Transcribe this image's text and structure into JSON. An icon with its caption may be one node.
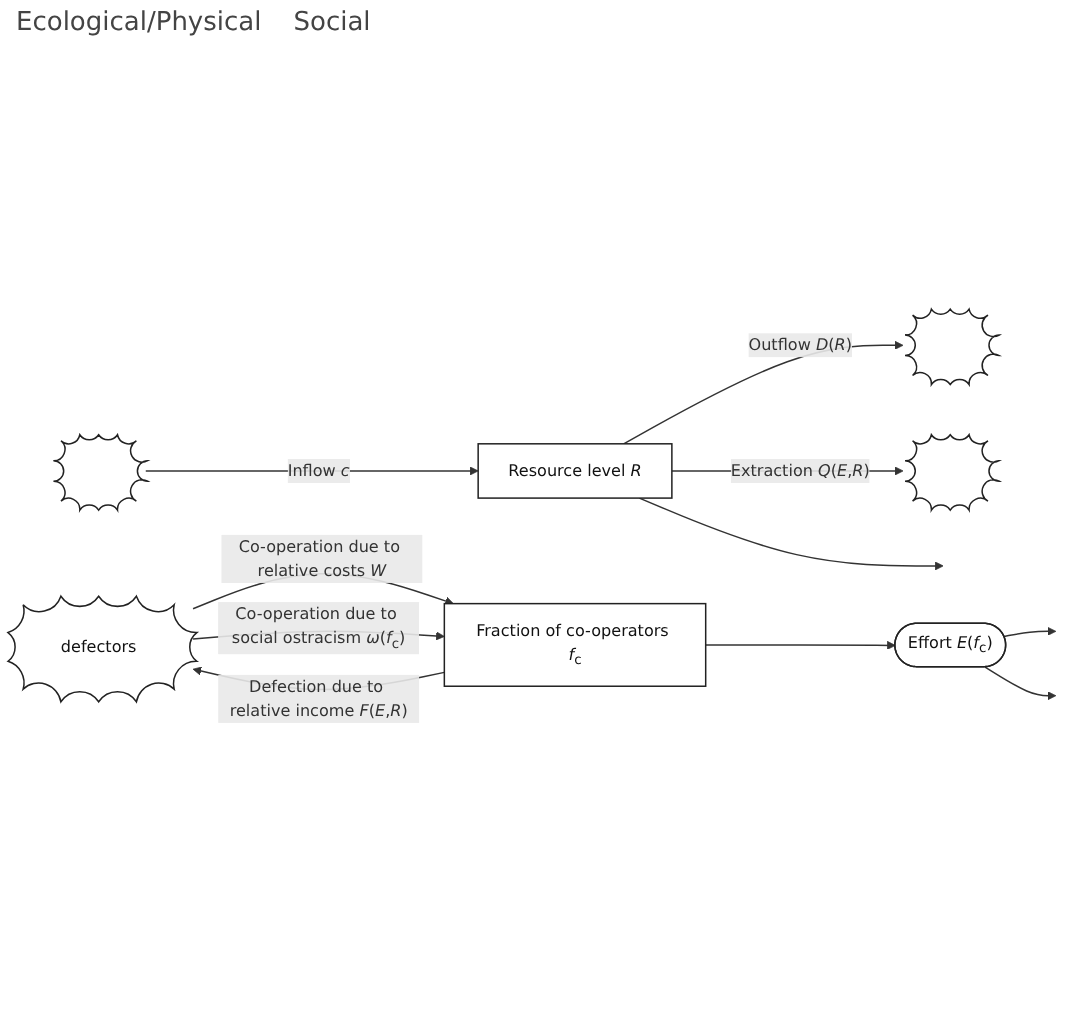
{
  "diagram": {
    "nodes": [
      {
        "text": [],
        "shape": "cloud"
      },
      {
        "text": [
          "Resource level *R*"
        ]
      },
      {
        "text": [],
        "shape": "cloud"
      },
      {
        "text": [],
        "shape": "cloud"
      },
      {
        "text": [
          "Effort *E*(*f*$_{c}$)"
        ]
      },
      {
        "text": [
          "defectors"
        ]
      },
      {
        "text": [
          "Fraction of co-operators *f*$_{c}$"
        ]
      }
    ],
    "edges": [
      {
        "from": 0,
        "to": 1,
        "arrow": "to",
        "label": "Inflow *c*"
      },
      {
        "from": 1,
        "to": 2,
        "arrow": "to",
        "label": "Outflow *D*(*R*)"
      },
      {
        "from": 1,
        "to": 3,
        "arrow": "to",
        "label": "Extraction *Q*(*E*,*R*)"
      },
      {
        "from": 4,
        "to": null,
        "arrow": "to"
      },
      {
        "from": 1,
        "to": null,
        "arrow": "to"
      },
      {
        "from": 4,
        "to": null,
        "arrow": "to"
      },
      {
        "from": 6,
        "to": 5,
        "arrow": "to",
        "label": "Defection due to relative income *F*(*E*,*R*)"
      },
      {
        "from": 5,
        "to": 6,
        "arrow": "to",
        "label": "Co-operation due to relative costs *W*"
      },
      {
        "from": 5,
        "to": 6,
        "arrow": "to",
        "label": "Co-operation due to social ostracism *ω*(*f*$_{c}$)"
      },
      {
        "from": 6,
        "to": 4,
        "arrow": "to"
      }
    ],
    "labels": [
      "Ecological/Physical",
      "Social"
    ]
  }
}
